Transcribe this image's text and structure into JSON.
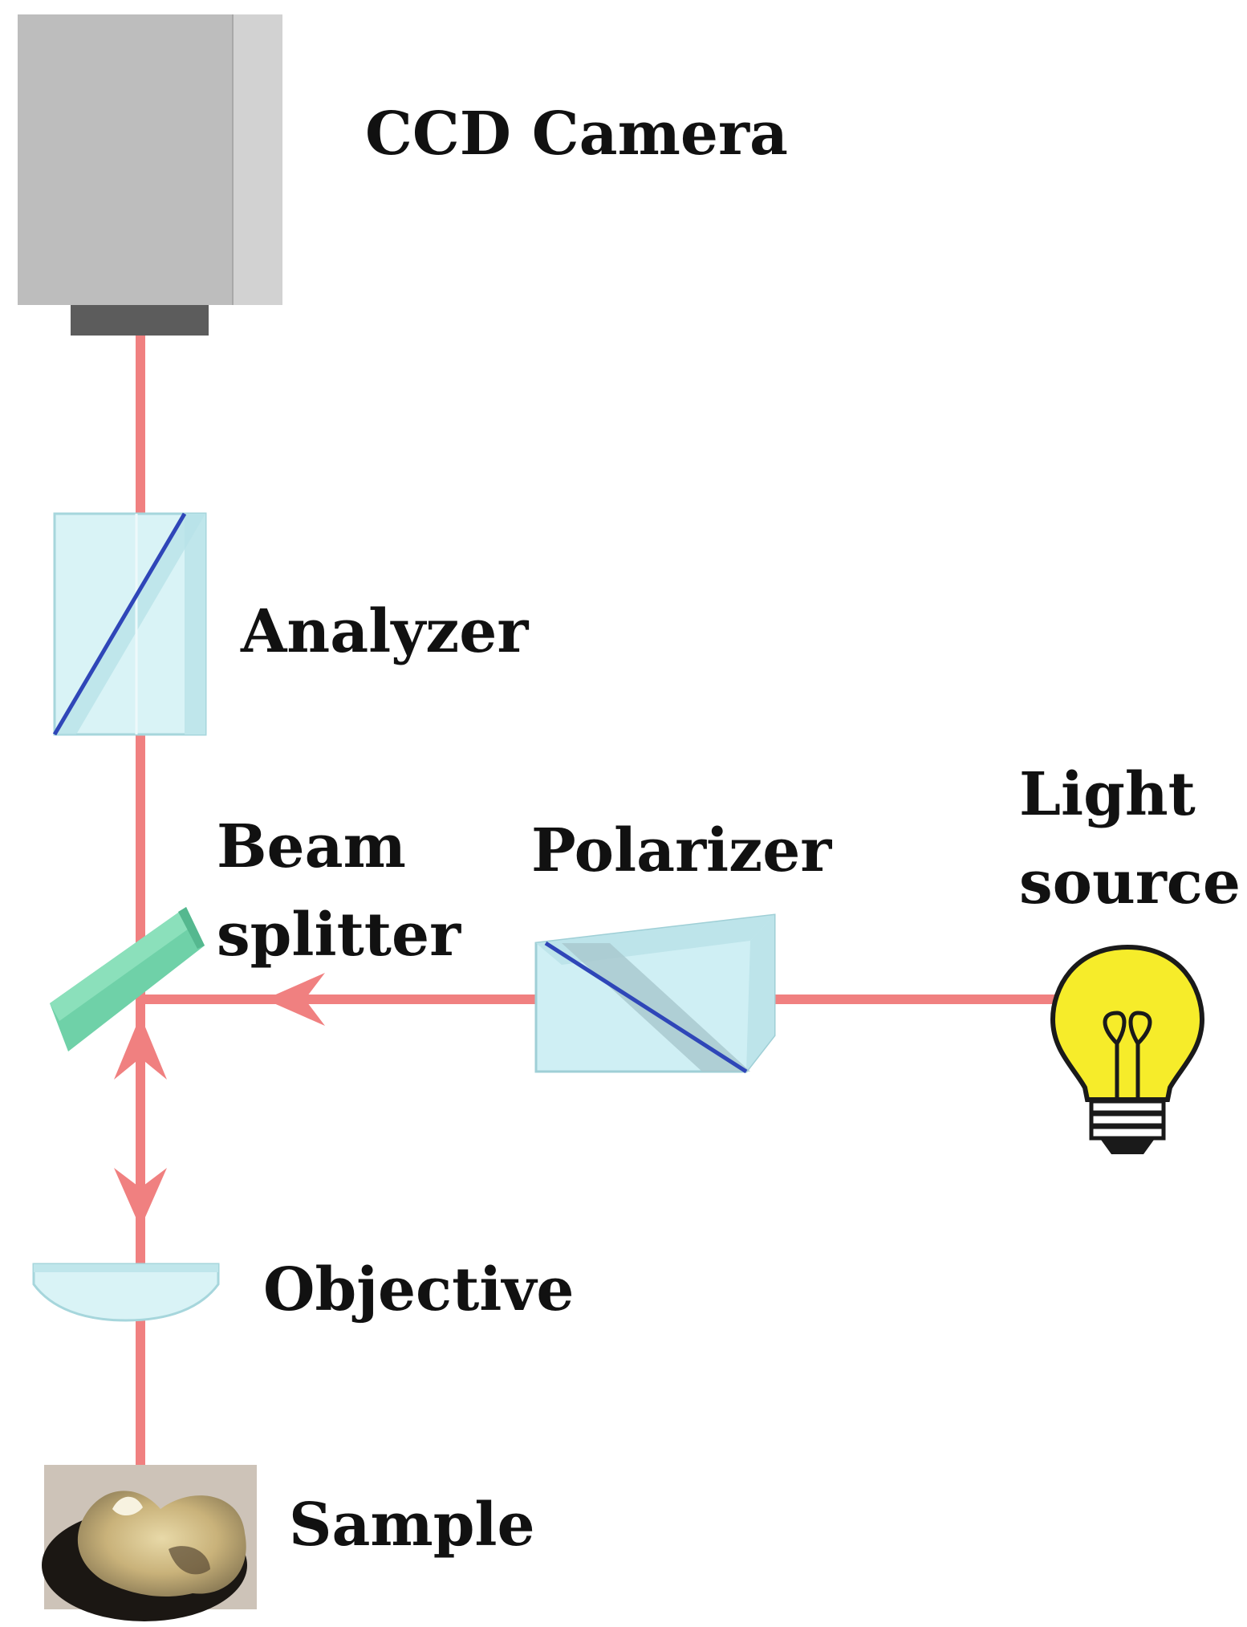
{
  "labels": {
    "camera": "CCD Camera",
    "analyzer": "Analyzer",
    "beam_splitter_line1": "Beam",
    "beam_splitter_line2": "splitter",
    "polarizer": "Polarizer",
    "light_source_line1": "Light",
    "light_source_line2": "source",
    "objective": "Objective",
    "sample": "Sample"
  },
  "colors": {
    "beam": "#f08080",
    "camera_body": "#bdbdbd",
    "camera_side": "#d2d2d2",
    "camera_lens": "#5c5c5c",
    "prism_fill": "#cfeff4",
    "prism_edge": "#9fcfd6",
    "diagonal": "#2f46b8",
    "splitter": "#6fd1a8",
    "bulb": "#f6ec2a",
    "text": "#111111"
  },
  "icons": {
    "camera": "ccd-camera-icon",
    "analyzer": "analyzer-prism-icon",
    "polarizer": "polarizer-prism-icon",
    "splitter": "beam-splitter-icon",
    "light": "light-bulb-icon",
    "objective": "objective-lens-icon",
    "sample": "sample-photo-icon"
  }
}
